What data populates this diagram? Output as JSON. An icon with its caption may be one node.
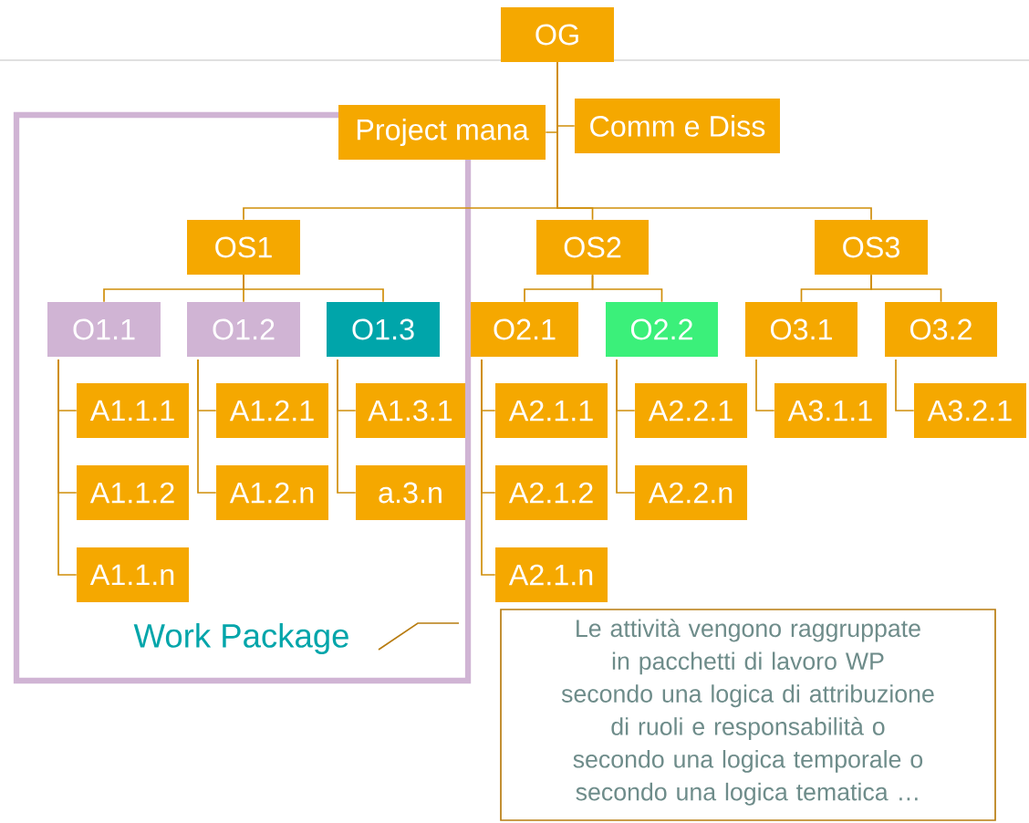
{
  "diagram": {
    "nodes": [
      {
        "text": [
          "OG"
        ]
      },
      {
        "text": [
          "Project mana"
        ]
      },
      {
        "text": [
          "Comm e Diss"
        ]
      },
      {
        "text": [
          "Work Package"
        ]
      },
      {
        "text": [
          "OS1"
        ],
        "in": 3
      },
      {
        "text": [
          "OS2"
        ]
      },
      {
        "text": [
          "OS3"
        ]
      },
      {
        "text": [
          "O1.1"
        ],
        "in": 3
      },
      {
        "text": [
          "O1.2"
        ],
        "in": 3
      },
      {
        "text": [
          "O1.3"
        ],
        "in": 3
      },
      {
        "text": [
          "O2.1"
        ]
      },
      {
        "text": [
          "O2.2"
        ]
      },
      {
        "text": [
          "O3.1"
        ]
      },
      {
        "text": [
          "O3.2"
        ]
      },
      {
        "text": [
          "A1.1.1"
        ],
        "in": 3
      },
      {
        "text": [
          "A1.1.2"
        ],
        "in": 3
      },
      {
        "text": [
          "A1.1.n"
        ],
        "in": 3
      },
      {
        "text": [
          "A1.2.1"
        ],
        "in": 3
      },
      {
        "text": [
          "A1.2.n"
        ],
        "in": 3
      },
      {
        "text": [
          "A1.3.1"
        ],
        "in": 3
      },
      {
        "text": [
          "a.3.n"
        ],
        "in": 3
      },
      {
        "text": [
          "A2.1.1"
        ]
      },
      {
        "text": [
          "A2.1.2"
        ]
      },
      {
        "text": [
          "A2.1.n"
        ]
      },
      {
        "text": [
          "A2.2.1"
        ]
      },
      {
        "text": [
          "A2.2.n"
        ]
      },
      {
        "text": [
          "A3.1.1"
        ]
      },
      {
        "text": [
          "A3.2.1"
        ]
      },
      {
        "text": [
          "Le attività vengono raggruppate in pacchetti di lavoro WP secondo una logica di attribuzione di ruoli e responsabilità o secondo una logica temporale o secondo una logica tematica …"
        ]
      }
    ],
    "edges": [
      {
        "from": 0,
        "to": 1,
        "arrow": "none"
      },
      {
        "from": 0,
        "to": 2,
        "arrow": "none"
      },
      {
        "from": 0,
        "to": 4,
        "arrow": "none"
      },
      {
        "from": 0,
        "to": 5,
        "arrow": "none"
      },
      {
        "from": 0,
        "to": 6,
        "arrow": "none"
      },
      {
        "from": 4,
        "to": 7,
        "arrow": "none"
      },
      {
        "from": 4,
        "to": 8,
        "arrow": "none"
      },
      {
        "from": 4,
        "to": 9,
        "arrow": "none"
      },
      {
        "from": 5,
        "to": 10,
        "arrow": "none"
      },
      {
        "from": 5,
        "to": 11,
        "arrow": "none"
      },
      {
        "from": 6,
        "to": 12,
        "arrow": "none"
      },
      {
        "from": 6,
        "to": 13,
        "arrow": "none"
      },
      {
        "from": 7,
        "to": 14,
        "arrow": "none"
      },
      {
        "from": 7,
        "to": 15,
        "arrow": "none"
      },
      {
        "from": 7,
        "to": 16,
        "arrow": "none"
      },
      {
        "from": 8,
        "to": 17,
        "arrow": "none"
      },
      {
        "from": 8,
        "to": 18,
        "arrow": "none"
      },
      {
        "from": 9,
        "to": 19,
        "arrow": "none"
      },
      {
        "from": 9,
        "to": 20,
        "arrow": "none"
      },
      {
        "from": 10,
        "to": 21,
        "arrow": "none"
      },
      {
        "from": 10,
        "to": 22,
        "arrow": "none"
      },
      {
        "from": 10,
        "to": 23,
        "arrow": "none"
      },
      {
        "from": 11,
        "to": 24,
        "arrow": "none"
      },
      {
        "from": 11,
        "to": 25,
        "arrow": "none"
      },
      {
        "from": 12,
        "to": 26,
        "arrow": "none"
      },
      {
        "from": 13,
        "to": 27,
        "arrow": "none"
      }
    ]
  }
}
